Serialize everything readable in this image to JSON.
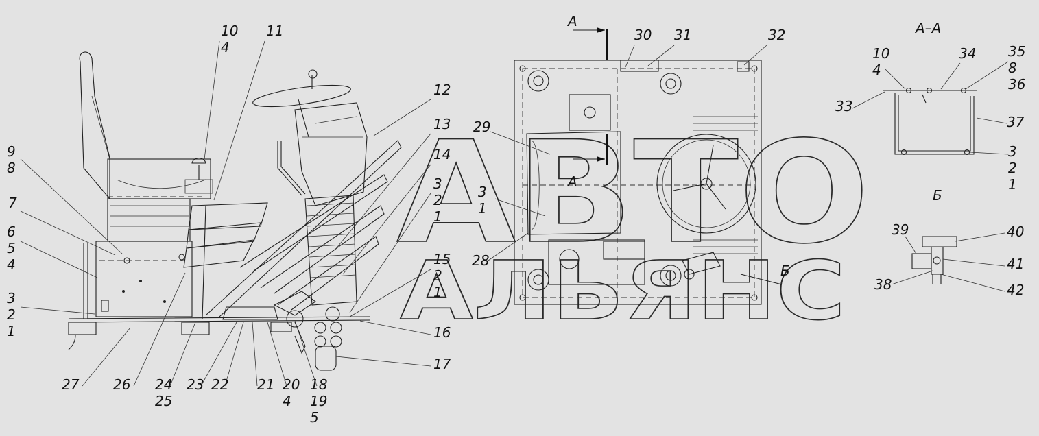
{
  "watermark": {
    "line1": "АВТО",
    "line2": "АЛЬЯНС"
  },
  "sections": {
    "section_aa_title": "А–А",
    "view_b_title": "Б",
    "cut_label": "А",
    "view_label": "Б"
  },
  "callouts": [
    {
      "id": "c1",
      "lines": [
        "10",
        "4"
      ]
    },
    {
      "id": "c2",
      "lines": [
        "11"
      ]
    },
    {
      "id": "c3",
      "lines": [
        "12"
      ]
    },
    {
      "id": "c4",
      "lines": [
        "13"
      ]
    },
    {
      "id": "c5",
      "lines": [
        "14"
      ]
    },
    {
      "id": "c6",
      "lines": [
        "9",
        "8"
      ]
    },
    {
      "id": "c7",
      "lines": [
        "7"
      ]
    },
    {
      "id": "c8",
      "lines": [
        "6",
        "5",
        "4"
      ]
    },
    {
      "id": "c9",
      "lines": [
        "3",
        "2",
        "1"
      ]
    },
    {
      "id": "c10",
      "lines": [
        "3",
        "2",
        "1"
      ]
    },
    {
      "id": "c11",
      "lines": [
        "15",
        "2",
        "1"
      ]
    },
    {
      "id": "c12",
      "lines": [
        "16"
      ]
    },
    {
      "id": "c13",
      "lines": [
        "17"
      ]
    },
    {
      "id": "c14",
      "lines": [
        "27"
      ]
    },
    {
      "id": "c15",
      "lines": [
        "26"
      ]
    },
    {
      "id": "c16",
      "lines": [
        "24",
        "25"
      ]
    },
    {
      "id": "c17",
      "lines": [
        "23"
      ]
    },
    {
      "id": "c18",
      "lines": [
        "22"
      ]
    },
    {
      "id": "c19",
      "lines": [
        "21"
      ]
    },
    {
      "id": "c20",
      "lines": [
        "20",
        "4"
      ]
    },
    {
      "id": "c21",
      "lines": [
        "18",
        "19",
        "5"
      ]
    },
    {
      "id": "c22",
      "lines": [
        "30"
      ]
    },
    {
      "id": "c23",
      "lines": [
        "31"
      ]
    },
    {
      "id": "c24",
      "lines": [
        "32"
      ]
    },
    {
      "id": "c25",
      "lines": [
        "29"
      ]
    },
    {
      "id": "c26",
      "lines": [
        "3",
        "1"
      ]
    },
    {
      "id": "c27",
      "lines": [
        "28"
      ]
    },
    {
      "id": "c28",
      "lines": [
        "10",
        "4"
      ]
    },
    {
      "id": "c29",
      "lines": [
        "34"
      ]
    },
    {
      "id": "c30",
      "lines": [
        "35",
        "8",
        "36"
      ]
    },
    {
      "id": "c31",
      "lines": [
        "33"
      ]
    },
    {
      "id": "c32",
      "lines": [
        "37"
      ]
    },
    {
      "id": "c33",
      "lines": [
        "3",
        "2",
        "1"
      ]
    },
    {
      "id": "c34",
      "lines": [
        "39"
      ]
    },
    {
      "id": "c35",
      "lines": [
        "40"
      ]
    },
    {
      "id": "c36",
      "lines": [
        "41"
      ]
    },
    {
      "id": "c37",
      "lines": [
        "38"
      ]
    },
    {
      "id": "c38",
      "lines": [
        "42"
      ]
    }
  ]
}
